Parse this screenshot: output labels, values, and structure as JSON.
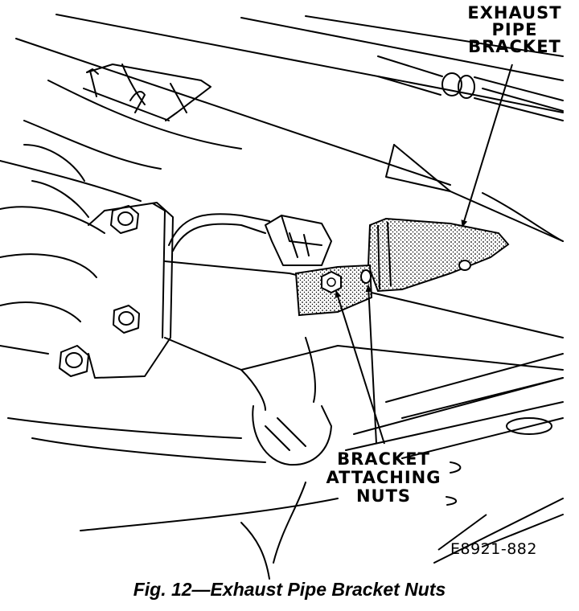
{
  "callouts": {
    "exhaust_pipe_bracket": [
      "EXHAUST",
      "PIPE",
      "BRACKET"
    ],
    "bracket_attaching_nuts": [
      "BRACKET",
      "ATTACHING",
      "NUTS"
    ]
  },
  "figure_code": "E8921-882",
  "caption": "Fig. 12—Exhaust Pipe Bracket Nuts"
}
